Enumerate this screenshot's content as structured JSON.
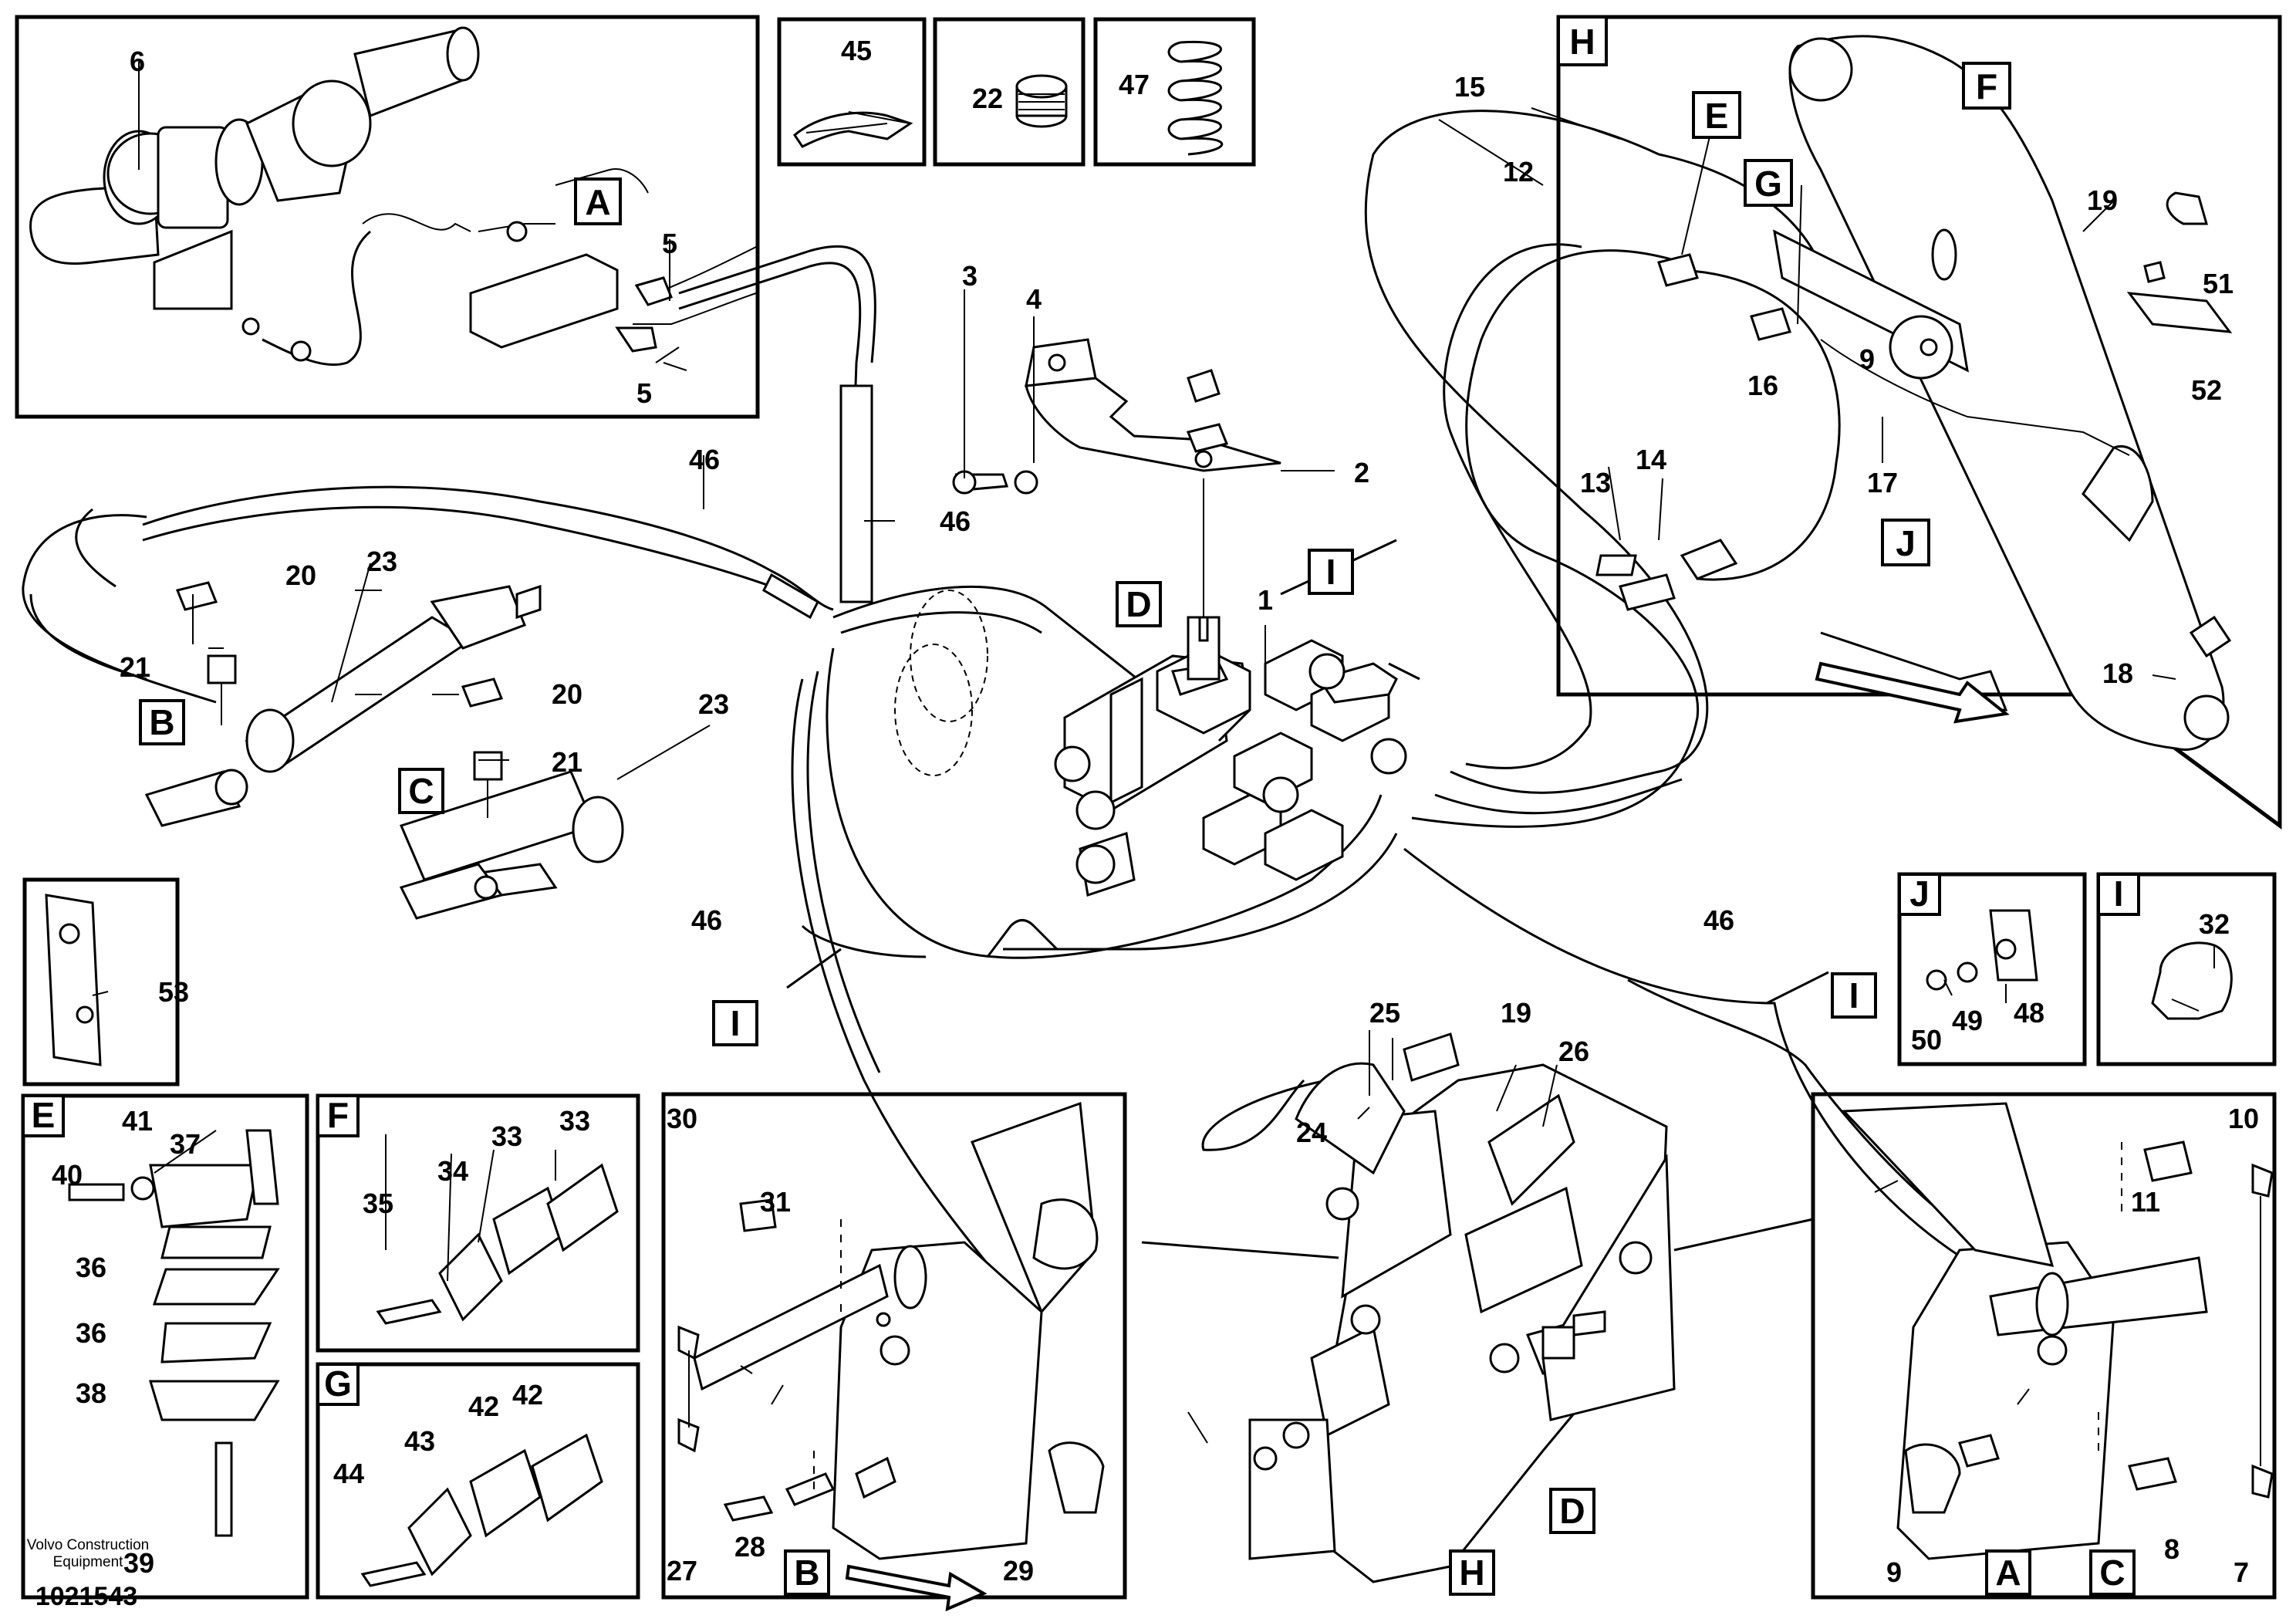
{
  "caption": {
    "line1": "Volvo Construction",
    "line2": "Equipment",
    "doc_number": "1021543"
  },
  "letters": {
    "A": "A",
    "B": "B",
    "C": "C",
    "D": "D",
    "E": "E",
    "F": "F",
    "G": "G",
    "H": "H",
    "I": "I",
    "J": "J"
  },
  "numbers": {
    "n1": "1",
    "n2": "2",
    "n3": "3",
    "n4": "4",
    "n5": "5",
    "n6": "6",
    "n7": "7",
    "n8": "8",
    "n9": "9",
    "n10": "10",
    "n11": "11",
    "n12": "12",
    "n13": "13",
    "n14": "14",
    "n15": "15",
    "n16": "16",
    "n17": "17",
    "n18": "18",
    "n19": "19",
    "n20": "20",
    "n21": "21",
    "n22": "22",
    "n23": "23",
    "n24": "24",
    "n25": "25",
    "n26": "26",
    "n27": "27",
    "n28": "28",
    "n29": "29",
    "n30": "30",
    "n31": "31",
    "n32": "32",
    "n33": "33",
    "n34": "34",
    "n35": "35",
    "n36": "36",
    "n37": "37",
    "n38": "38",
    "n39": "39",
    "n40": "40",
    "n41": "41",
    "n42": "42",
    "n43": "43",
    "n44": "44",
    "n45": "45",
    "n46": "46",
    "n47": "47",
    "n48": "48",
    "n49": "49",
    "n50": "50",
    "n51": "51",
    "n52": "52",
    "n53": "53"
  }
}
